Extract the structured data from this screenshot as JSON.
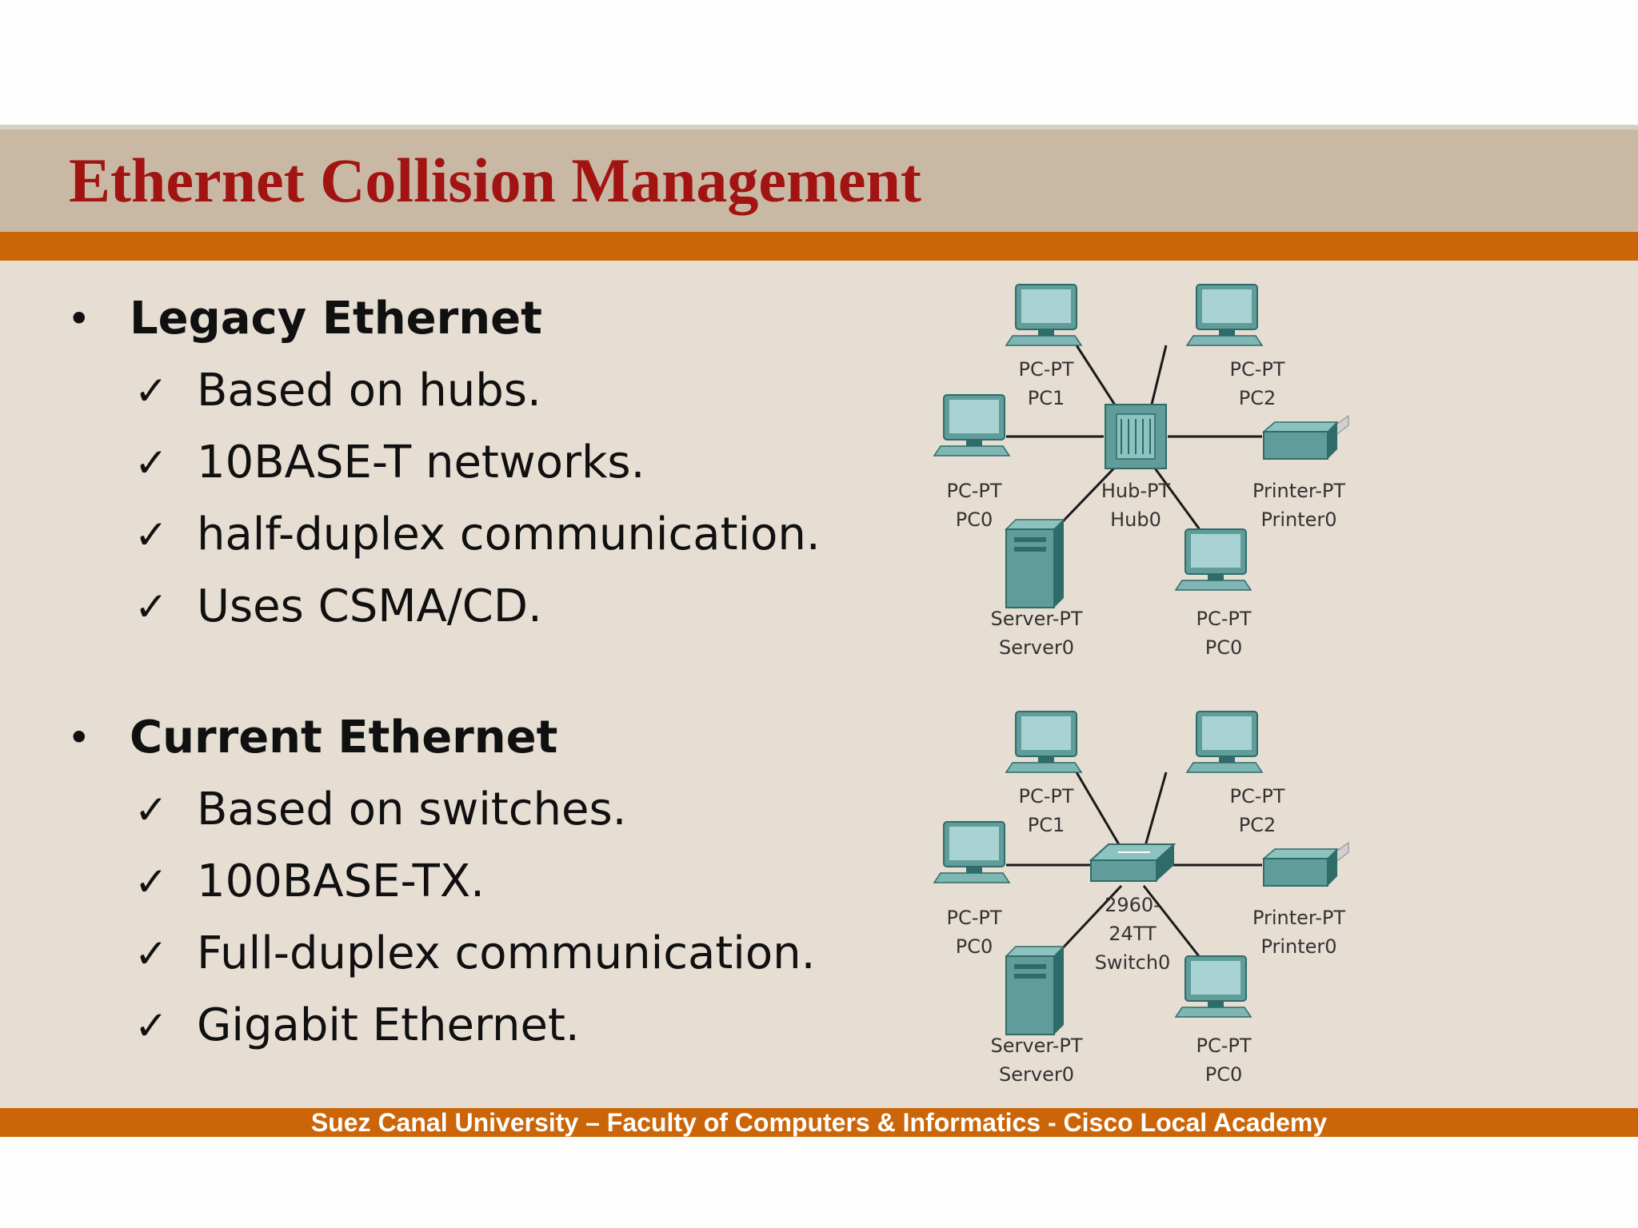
{
  "slide": {
    "title": "Ethernet Collision Management",
    "footer": "Suez Canal University – Faculty of Computers & Informatics - Cisco Local Academy",
    "colors": {
      "title": "#a11412",
      "accent_bar": "#cc6508",
      "title_band": "#c9b8a4",
      "content_bg": "#e6ddd3",
      "device_fill": "#5f9c9a"
    }
  },
  "legacy": {
    "bullet": "•",
    "heading": "Legacy Ethernet",
    "items": [
      {
        "mark": "✓",
        "text": "Based on hubs."
      },
      {
        "mark": "✓",
        "text": "10BASE-T networks."
      },
      {
        "mark": "✓",
        "text": "half-duplex communication."
      },
      {
        "mark": "✓",
        "text": "Uses CSMA/CD."
      }
    ]
  },
  "current": {
    "bullet": "•",
    "heading": "Current Ethernet",
    "items": [
      {
        "mark": "✓",
        "text": "Based on switches."
      },
      {
        "mark": "✓",
        "text": "100BASE-TX."
      },
      {
        "mark": "✓",
        "text": "Full-duplex communication."
      },
      {
        "mark": "✓",
        "text": "Gigabit Ethernet."
      }
    ]
  },
  "hub_diagram": {
    "center": {
      "icon": "hub-icon",
      "type": "Hub-PT",
      "name": "Hub0"
    },
    "devices": [
      {
        "icon": "pc-icon",
        "type": "PC-PT",
        "name": "PC1"
      },
      {
        "icon": "pc-icon",
        "type": "PC-PT",
        "name": "PC2"
      },
      {
        "icon": "pc-icon",
        "type": "PC-PT",
        "name": "PC0"
      },
      {
        "icon": "printer-icon",
        "type": "Printer-PT",
        "name": "Printer0"
      },
      {
        "icon": "server-icon",
        "type": "Server-PT",
        "name": "Server0"
      },
      {
        "icon": "pc-icon",
        "type": "PC-PT",
        "name": "PC0"
      }
    ]
  },
  "switch_diagram": {
    "center": {
      "icon": "switch-icon",
      "type": "2960-",
      "model": "24TT",
      "name": "Switch0"
    },
    "devices": [
      {
        "icon": "pc-icon",
        "type": "PC-PT",
        "name": "PC1"
      },
      {
        "icon": "pc-icon",
        "type": "PC-PT",
        "name": "PC2"
      },
      {
        "icon": "pc-icon",
        "type": "PC-PT",
        "name": "PC0"
      },
      {
        "icon": "printer-icon",
        "type": "Printer-PT",
        "name": "Printer0"
      },
      {
        "icon": "server-icon",
        "type": "Server-PT",
        "name": "Server0"
      },
      {
        "icon": "pc-icon",
        "type": "PC-PT",
        "name": "PC0"
      }
    ]
  }
}
